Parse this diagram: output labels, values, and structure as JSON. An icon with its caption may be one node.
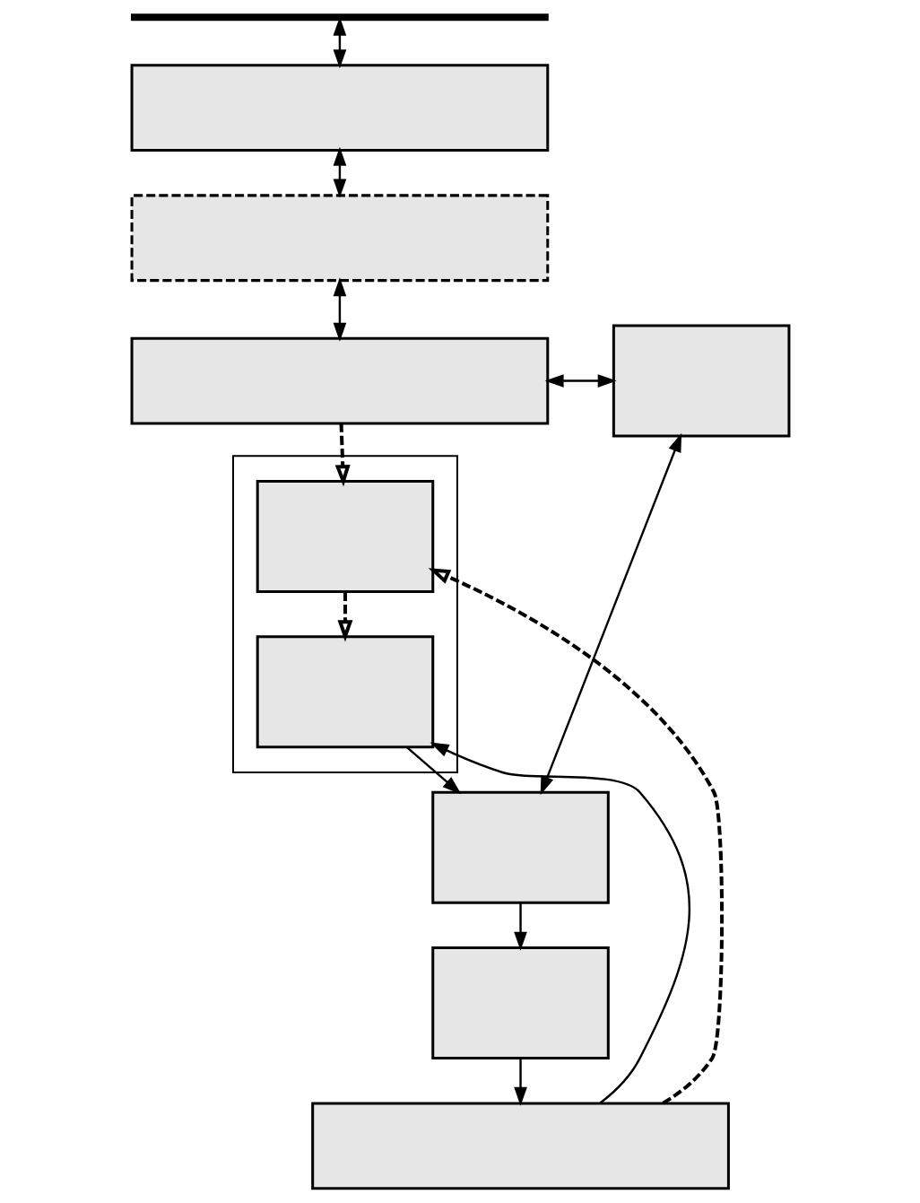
{
  "diagram": {
    "nodes": [
      {
        "text": [],
        "shape": "bar"
      },
      {
        "text": [],
        "shape": "box"
      },
      {
        "text": [],
        "shape": "box"
      },
      {
        "text": [],
        "shape": "box"
      },
      {
        "text": [],
        "shape": "box"
      },
      {
        "text": [],
        "shape": "box"
      },
      {
        "text": [],
        "shape": "box",
        "in": 5
      },
      {
        "text": [],
        "shape": "box",
        "in": 5
      },
      {
        "text": [],
        "shape": "box"
      },
      {
        "text": [],
        "shape": "box"
      },
      {
        "text": [],
        "shape": "box"
      }
    ],
    "edges": [
      {
        "from": 0,
        "to": 1,
        "arrow": "both"
      },
      {
        "from": 1,
        "to": 2,
        "arrow": "both"
      },
      {
        "from": 2,
        "to": 3,
        "arrow": "both"
      },
      {
        "from": 3,
        "to": 4,
        "arrow": "both"
      },
      {
        "from": 4,
        "to": 8,
        "arrow": "both"
      },
      {
        "from": 3,
        "to": 6,
        "arrow": "to",
        "style": "dashed"
      },
      {
        "from": 6,
        "to": 7,
        "arrow": "to",
        "style": "dashed"
      },
      {
        "from": 7,
        "to": 8,
        "arrow": "to"
      },
      {
        "from": 8,
        "to": 9,
        "arrow": "to"
      },
      {
        "from": 9,
        "to": 10,
        "arrow": "to"
      },
      {
        "from": 10,
        "to": 6,
        "arrow": "to",
        "style": "dashed"
      },
      {
        "from": 10,
        "to": 7,
        "arrow": "to"
      }
    ]
  }
}
